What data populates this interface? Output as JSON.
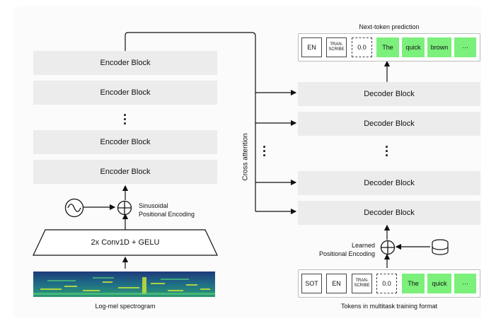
{
  "encoder": {
    "blocks": [
      "Encoder Block",
      "Encoder Block",
      "Encoder Block",
      "Encoder Block"
    ],
    "pos_enc_label_line1": "Sinusoidal",
    "pos_enc_label_line2": "Positional Encoding",
    "conv_label": "2x Conv1D + GELU",
    "spectrogram_label": "Log-mel spectrogram"
  },
  "decoder": {
    "blocks": [
      "Decoder Block",
      "Decoder Block",
      "Decoder Block",
      "Decoder Block"
    ],
    "output_title": "Next-token prediction",
    "output_tokens": [
      "EN",
      "TRAN-\nSCRIBE",
      "0.0",
      "The",
      "quick",
      "brown",
      "···"
    ],
    "input_tokens": [
      "SOT",
      "EN",
      "TRAN-\nSCRIBE",
      "0.0",
      "The",
      "quick",
      "···"
    ],
    "input_caption": "Tokens in multitask training format",
    "learned_pos_line1": "Learned",
    "learned_pos_line2": "Positional Encoding"
  },
  "cross_attention_label": "Cross attention",
  "icons": [
    "sine-wave-icon",
    "plus-circle-icon",
    "database-icon",
    "vertical-ellipsis-icon"
  ],
  "colors": {
    "block": "#ececec",
    "token_green": "#7bf07b"
  }
}
